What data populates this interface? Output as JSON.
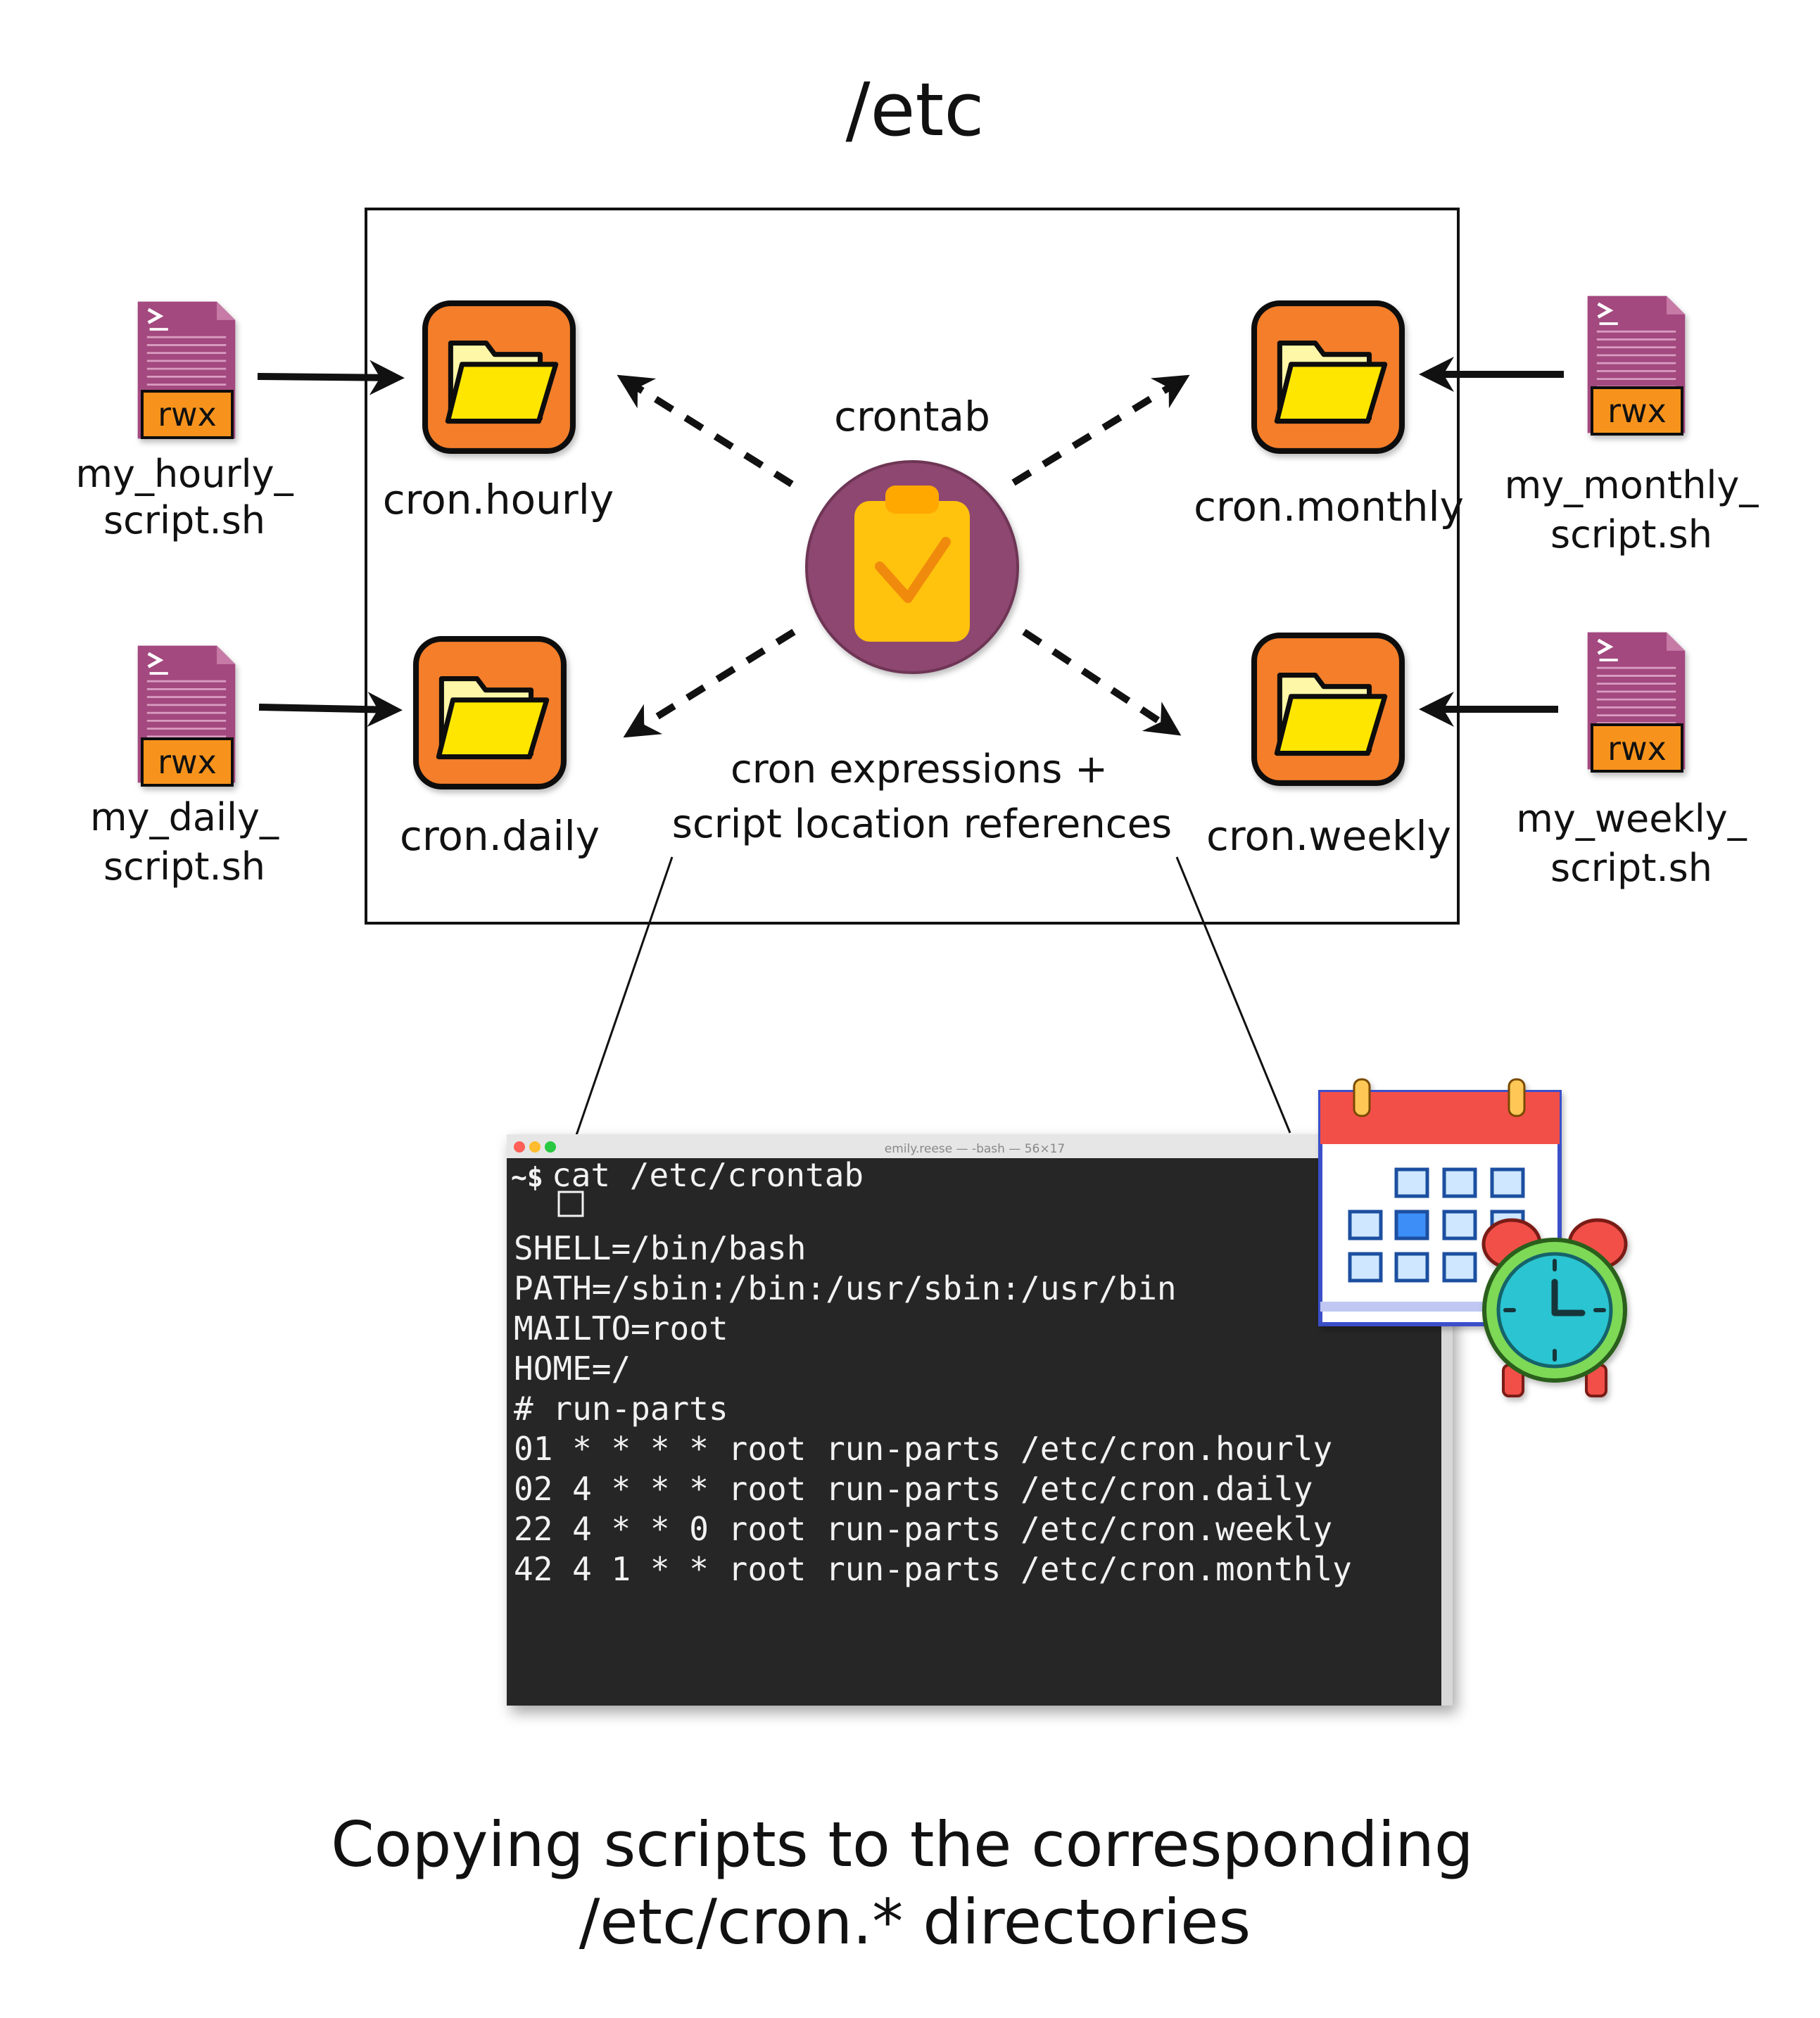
{
  "title": "/etc",
  "crontab_label": "crontab",
  "crontab_desc": [
    "cron expressions +",
    "script location references"
  ],
  "folders": {
    "hourly": "cron.hourly",
    "daily": "cron.daily",
    "monthly": "cron.monthly",
    "weekly": "cron.weekly"
  },
  "scripts": {
    "hourly": {
      "lines": [
        "my_hourly_",
        "script.sh"
      ],
      "badge": "rwx"
    },
    "daily": {
      "lines": [
        "my_daily_",
        "script.sh"
      ],
      "badge": "rwx"
    },
    "monthly": {
      "lines": [
        "my_monthly_",
        "script.sh"
      ],
      "badge": "rwx"
    },
    "weekly": {
      "lines": [
        "my_weekly_",
        "script.sh"
      ],
      "badge": "rwx"
    }
  },
  "terminal": {
    "window_title": "emily.reese — -bash — 56×17",
    "prompt": "~$",
    "command": "cat /etc/crontab",
    "lines": [
      "SHELL=/bin/bash",
      "PATH=/sbin:/bin:/usr/sbin:/usr/bin",
      "MAILTO=root",
      "HOME=/",
      "# run-parts",
      "01 * * * * root run-parts /etc/cron.hourly",
      "02 4 * * * root run-parts /etc/cron.daily",
      "22 4 * * 0 root run-parts /etc/cron.weekly",
      "42 4 1 * * root run-parts /etc/cron.monthly"
    ]
  },
  "caption": [
    "Copying scripts to the corresponding",
    "/etc/cron.* directories"
  ],
  "colors": {
    "folder_orange": "#F47E2A",
    "folder_yellow": "#FFE600",
    "script_purple": "#A3497F",
    "badge_orange": "#F7931E",
    "clipboard_purple": "#8E4770",
    "clipboard_yellow": "#FFC20E",
    "terminal_bg": "#252525",
    "calendar_red": "#F2504A",
    "clock_teal": "#2BC4D2"
  },
  "icons": [
    "folder-icon",
    "script-file-icon",
    "clipboard-check-icon",
    "calendar-icon",
    "alarm-clock-icon"
  ]
}
